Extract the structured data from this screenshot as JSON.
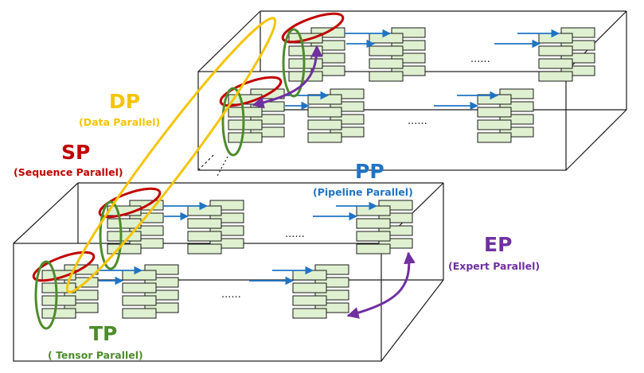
{
  "labels": {
    "dp": {
      "abbr": "DP",
      "full": "(Data Parallel)"
    },
    "sp": {
      "abbr": "SP",
      "full": "(Sequence Parallel)"
    },
    "pp": {
      "abbr": "PP",
      "full": "(Pipeline Parallel)"
    },
    "ep": {
      "abbr": "EP",
      "full": "(Expert Parallel)"
    },
    "tp": {
      "abbr": "TP",
      "full": "( Tensor Parallel)"
    }
  },
  "ellipsis": "......",
  "colors": {
    "dp": "#f5c400",
    "sp": "#c00000",
    "pp": "#1f74c4",
    "ep": "#7030a0",
    "tp": "#4e8c2b",
    "block_fill": "#dff0d0",
    "block_stroke": "#1a1a1a"
  }
}
